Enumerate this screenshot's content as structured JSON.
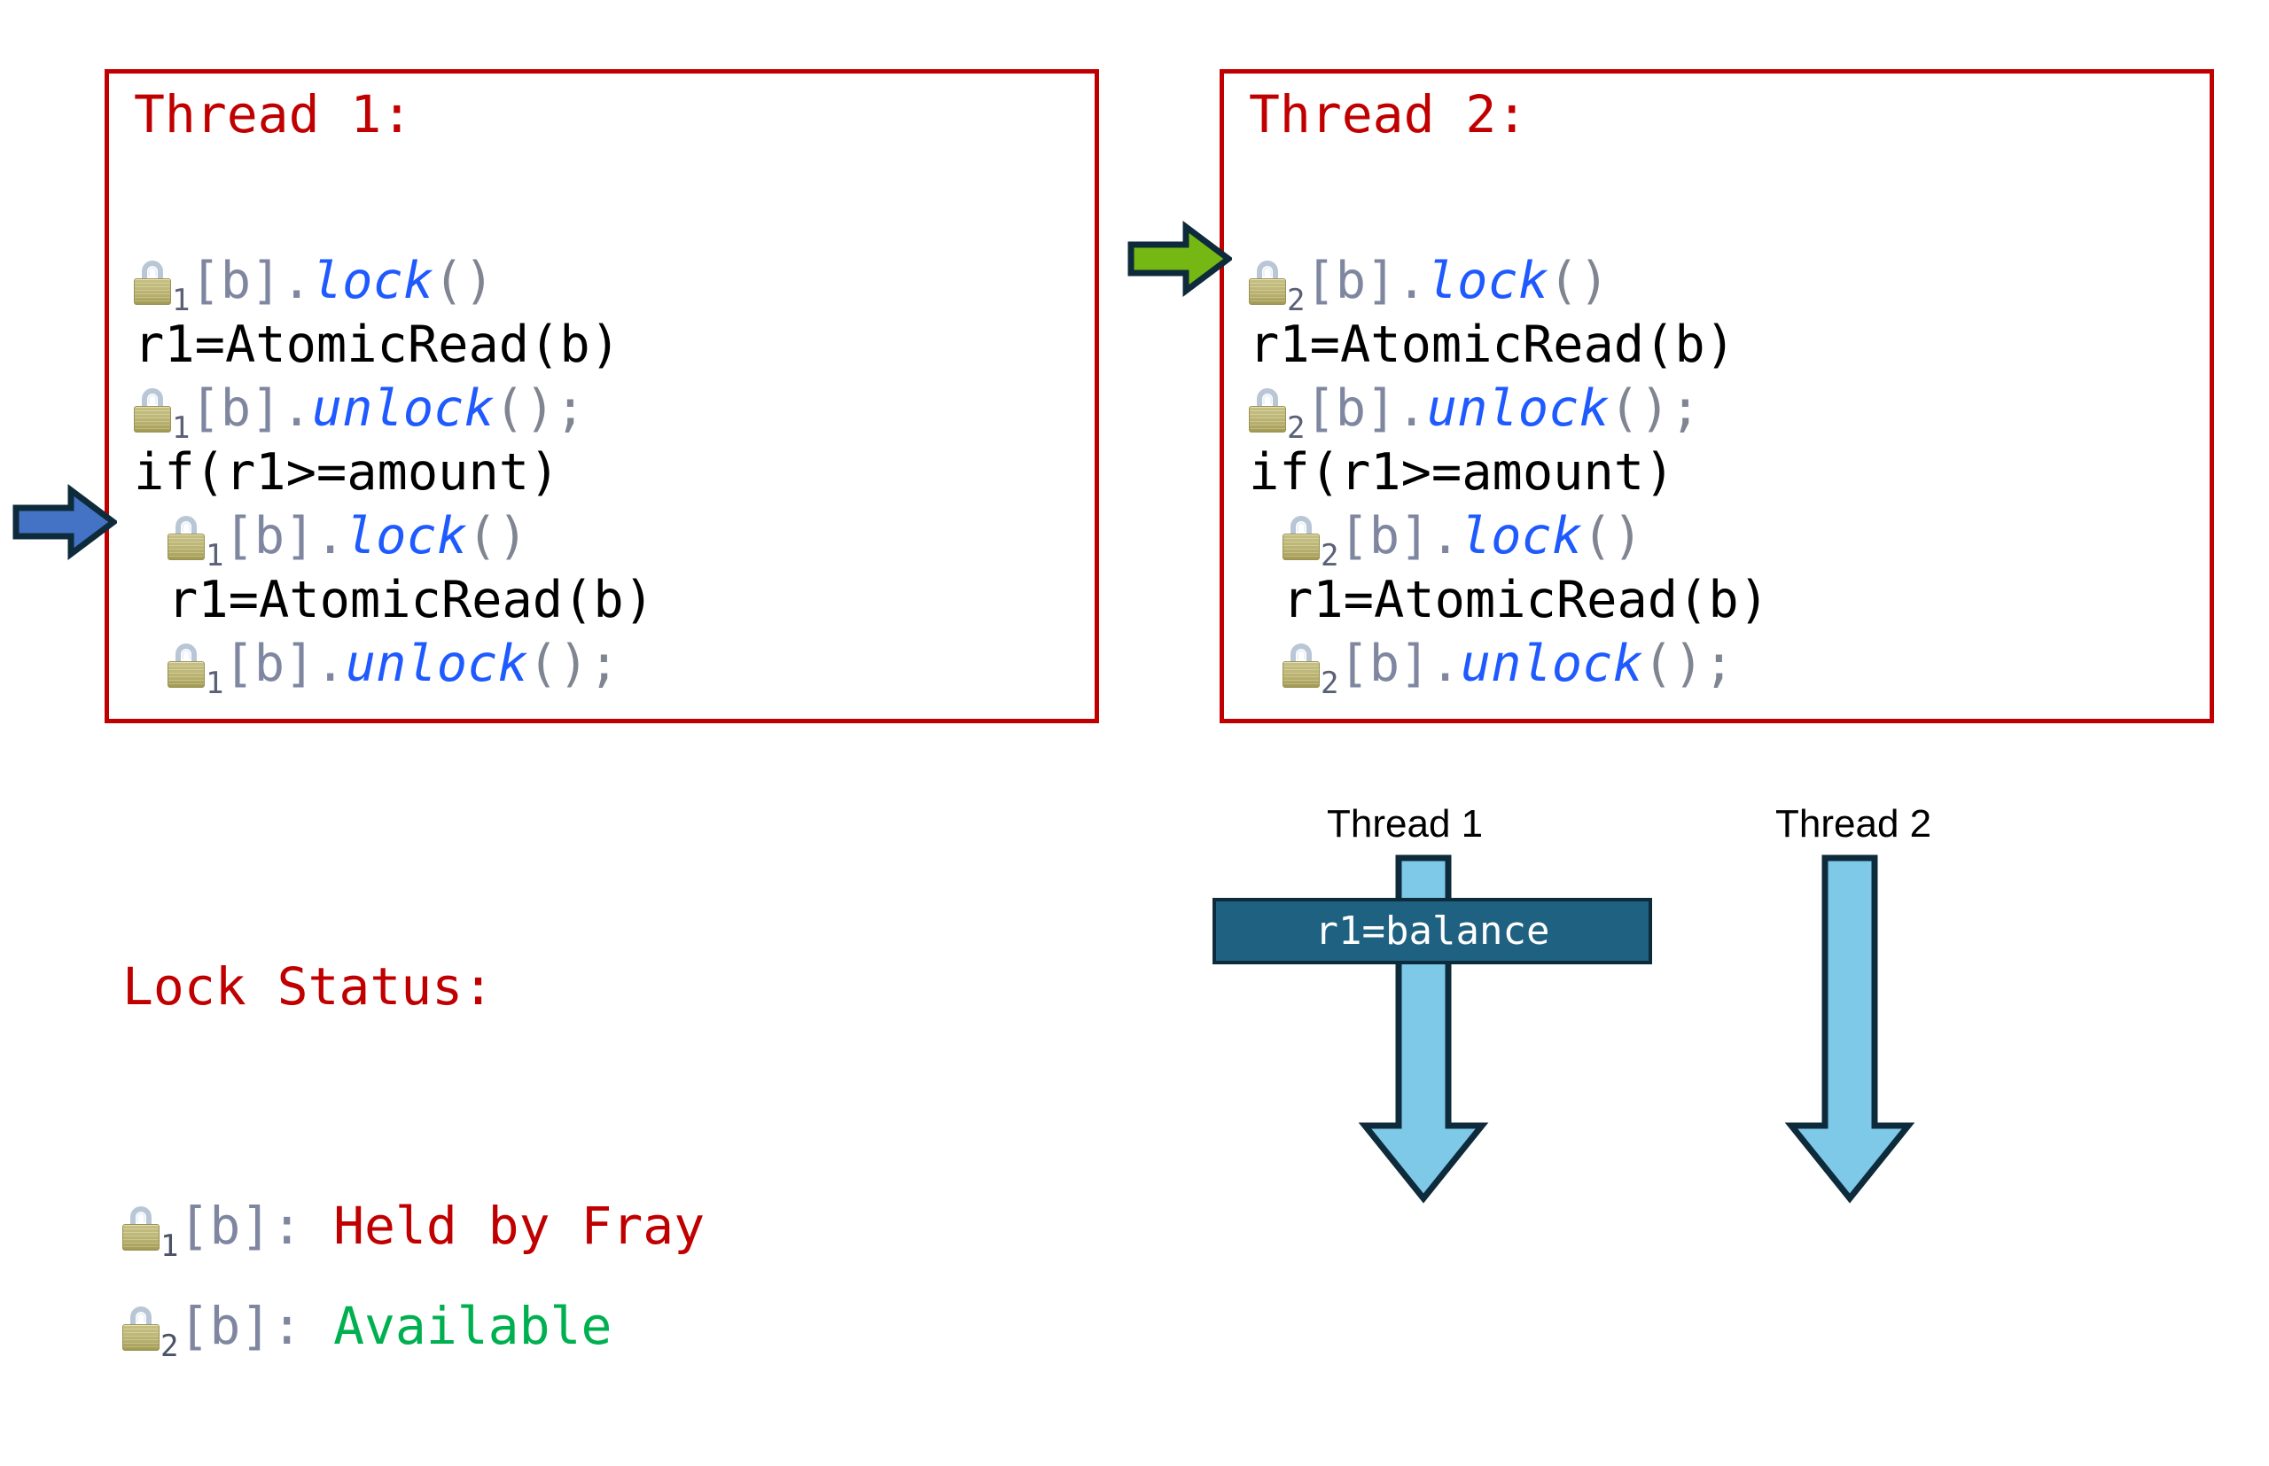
{
  "threads": [
    {
      "id": "thread1",
      "title": "Thread 1:",
      "lock_subscript": "1",
      "lines": [
        {
          "kind": "lock",
          "indent": 0,
          "obj": "[b]",
          "dot": ".",
          "method": "lock",
          "parens": "()"
        },
        {
          "kind": "plain",
          "indent": 0,
          "text": "r1=AtomicRead(b)"
        },
        {
          "kind": "lock",
          "indent": 0,
          "obj": "[b]",
          "dot": ".",
          "method": "unlock",
          "parens": "();"
        },
        {
          "kind": "plain",
          "indent": 0,
          "text": "if(r1>=amount)"
        },
        {
          "kind": "lock",
          "indent": 1,
          "obj": "[b]",
          "dot": ".",
          "method": "lock",
          "parens": "()"
        },
        {
          "kind": "plain",
          "indent": 1,
          "text": "r1=AtomicRead(b)"
        },
        {
          "kind": "lock",
          "indent": 1,
          "obj": "[b]",
          "dot": ".",
          "method": "unlock",
          "parens": "();"
        }
      ]
    },
    {
      "id": "thread2",
      "title": "Thread 2:",
      "lock_subscript": "2",
      "lines": [
        {
          "kind": "lock",
          "indent": 0,
          "obj": "[b]",
          "dot": ".",
          "method": "lock",
          "parens": "()"
        },
        {
          "kind": "plain",
          "indent": 0,
          "text": "r1=AtomicRead(b)"
        },
        {
          "kind": "lock",
          "indent": 0,
          "obj": "[b]",
          "dot": ".",
          "method": "unlock",
          "parens": "();"
        },
        {
          "kind": "plain",
          "indent": 0,
          "text": "if(r1>=amount)"
        },
        {
          "kind": "lock",
          "indent": 1,
          "obj": "[b]",
          "dot": ".",
          "method": "lock",
          "parens": "()"
        },
        {
          "kind": "plain",
          "indent": 1,
          "text": "r1=AtomicRead(b)"
        },
        {
          "kind": "lock",
          "indent": 1,
          "obj": "[b]",
          "dot": ".",
          "method": "unlock",
          "parens": "();"
        }
      ]
    }
  ],
  "pointers": {
    "thread1_arrow_color": "#4472C4",
    "thread2_arrow_color": "#76B813",
    "outline_color": "#0E2B3C",
    "thread1_points_at_line": 5,
    "thread2_points_at_line": 1
  },
  "lock_status": {
    "title": "Lock Status:",
    "entries": [
      {
        "subscript": "1",
        "key": "[b]:",
        "value": "Held by Fray",
        "value_color": "#C00000"
      },
      {
        "subscript": "2",
        "key": "[b]:",
        "value": "Available",
        "value_color": "#00B050"
      }
    ]
  },
  "timeline": {
    "lane1_label": "Thread 1",
    "lane2_label": "Thread 2",
    "event_box_label": "r1=balance",
    "event_box_fill": "#1F6180",
    "arrow_fill": "#7EC8E8",
    "arrow_outline": "#0E2B3C"
  },
  "colors": {
    "box_border": "#C00000",
    "title_text": "#C00000",
    "code_plain": "#000000",
    "code_method": "#1F5AFF",
    "code_bracket": "#7F86A0",
    "code_paren": "#808592",
    "background": "#FFFFFF"
  }
}
